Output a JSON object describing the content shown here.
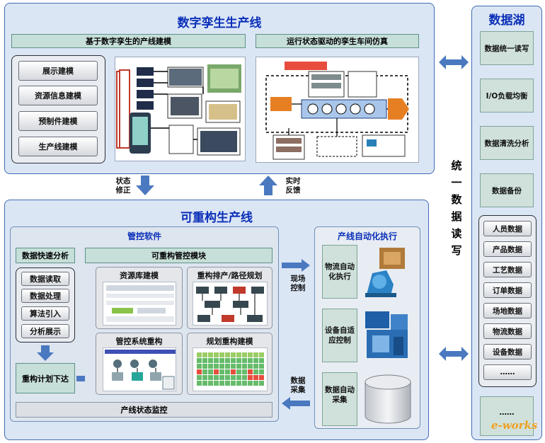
{
  "digital_twin": {
    "title": "数字孪生生产线",
    "left_header": "基于数字孪生的产线建模",
    "right_header": "运行状态驱动的孪生车间仿真",
    "modeling_items": [
      "展示建模",
      "资源信息建模",
      "预制件建模",
      "生产线建模"
    ]
  },
  "connectors": {
    "state_correct": [
      "状态",
      "修正"
    ],
    "realtime_feedback": [
      "实时",
      "反馈"
    ],
    "field_control": [
      "现场",
      "控制"
    ],
    "data_collect": [
      "数据",
      "采集"
    ]
  },
  "reconfigurable": {
    "title": "可重构生产线",
    "control_software": "管控软件",
    "fast_analysis": "数据快速分析",
    "analysis_items": [
      "数据读取",
      "数据处理",
      "算法引入",
      "分析展示"
    ],
    "reconfig_plan": "重构计划下达",
    "module_header": "可重构管控模块",
    "modules": {
      "resource_lib": "资源库建模",
      "reschedule": "重构排产/路径规划",
      "system_reconfig": "管控系统重构",
      "plan_reconfig": "规划重构建模"
    },
    "status_monitor": "产线状态监控",
    "automation": {
      "title": "产线自动化执行",
      "items": [
        "物流自动化执行",
        "设备自适应控制",
        "数据自动采集"
      ]
    }
  },
  "data_lake": {
    "title": "数据湖",
    "functions": [
      "数据统一读写",
      "I/O负载均衡",
      "数据清洗分析",
      "数据备份"
    ],
    "data_items": [
      "人员数据",
      "产品数据",
      "工艺数据",
      "订单数据",
      "场地数据",
      "物流数据",
      "设备数据",
      "……"
    ],
    "bottom_item": "……",
    "vertical_label": [
      "统",
      "一",
      "数",
      "据",
      "读",
      "写"
    ],
    "watermark": "e-works"
  },
  "colors": {
    "panel_bg": "#dbe6f5",
    "title_blue": "#0a2fb8",
    "arrow_blue": "#4a79c0",
    "header_green": "#c7dfd9"
  }
}
